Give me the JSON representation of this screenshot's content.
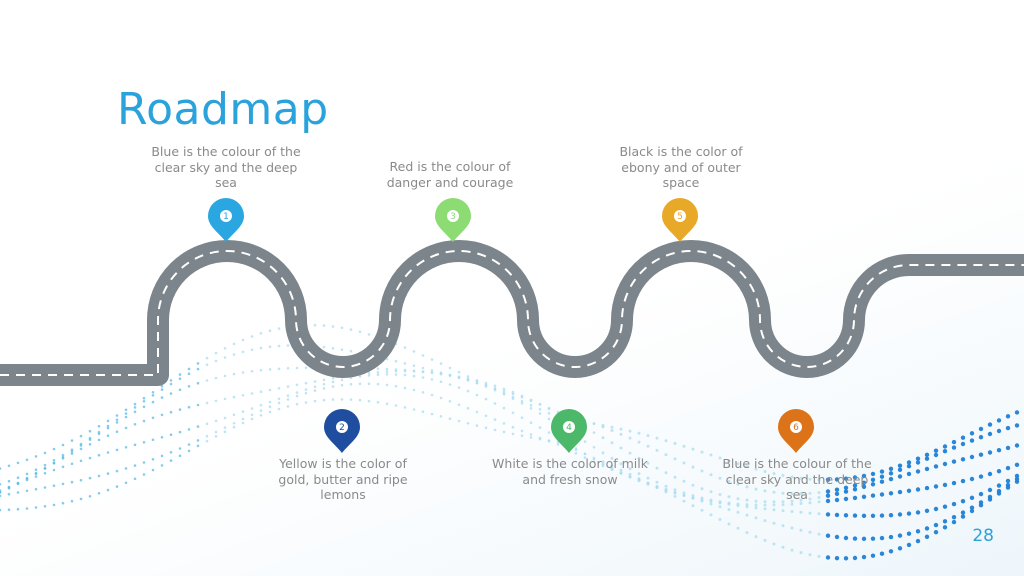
{
  "title": "Roadmap",
  "page_number": "28",
  "milestones": [
    {
      "number": "1",
      "text": "Blue is the colour of the clear sky and the deep sea",
      "color": "#2aa7e0"
    },
    {
      "number": "2",
      "text": "Yellow is the color of gold, butter and ripe lemons",
      "color": "#1f4ea0"
    },
    {
      "number": "3",
      "text": "Red is the colour of danger and courage",
      "color": "#8ddc73"
    },
    {
      "number": "4",
      "text": "White is the color of milk and fresh snow",
      "color": "#4cb86a"
    },
    {
      "number": "5",
      "text": "Black is the color of ebony and of outer space",
      "color": "#e8a828"
    },
    {
      "number": "6",
      "text": "Blue is the colour of the clear sky and the deep sea",
      "color": "#dc7318"
    }
  ],
  "colors": {
    "road": "#7c858b",
    "accent": "#2aa2dc"
  }
}
